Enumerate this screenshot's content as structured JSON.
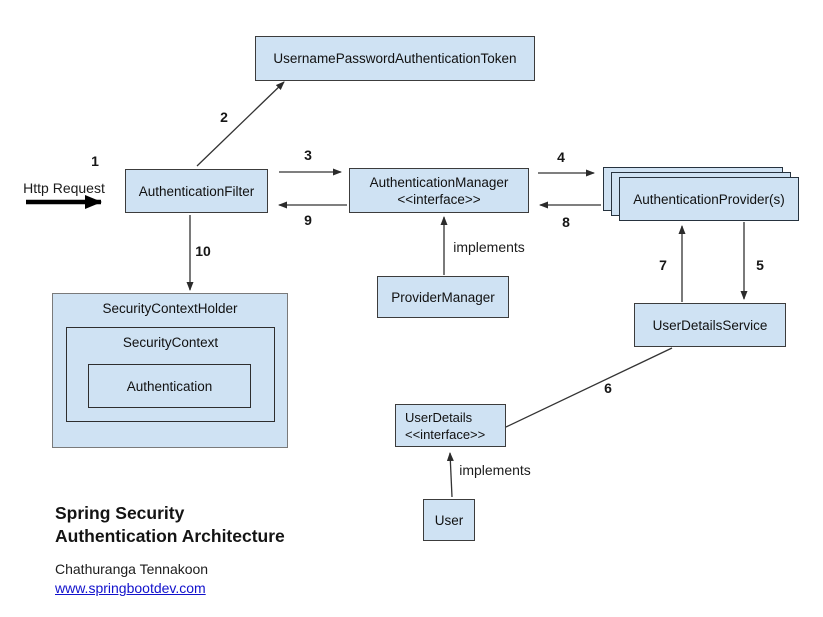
{
  "diagram": {
    "colors": {
      "node_fill": "#cfe2f3",
      "node_border": "#3c3c3c",
      "link_blue": "#1111cc"
    },
    "nodes": {
      "token": {
        "label": "UsernamePasswordAuthenticationToken"
      },
      "authentication_filter": {
        "label": "AuthenticationFilter"
      },
      "authentication_manager": {
        "label": "AuthenticationManager",
        "stereotype": "<<interface>>"
      },
      "authentication_providers": {
        "label": "AuthenticationProvider(s)"
      },
      "provider_manager": {
        "label": "ProviderManager"
      },
      "user_details_service": {
        "label": "UserDetailsService"
      },
      "security_context_holder": {
        "label": "SecurityContextHolder"
      },
      "security_context": {
        "label": "SecurityContext"
      },
      "authentication": {
        "label": "Authentication"
      },
      "user_details": {
        "label": "UserDetails",
        "stereotype": "<<interface>>"
      },
      "user": {
        "label": "User"
      }
    },
    "edge_labels": {
      "step1": "1",
      "step2": "2",
      "step3": "3",
      "step4": "4",
      "step5": "5",
      "step6": "6",
      "step7": "7",
      "step8": "8",
      "step9": "9",
      "step10": "10",
      "http_request": "Http Request",
      "implements_provider_manager": "implements",
      "implements_user": "implements"
    }
  },
  "footer": {
    "title_line1": "Spring Security",
    "title_line2": "Authentication Architecture",
    "author": "Chathuranga Tennakoon",
    "link": "www.springbootdev.com"
  }
}
